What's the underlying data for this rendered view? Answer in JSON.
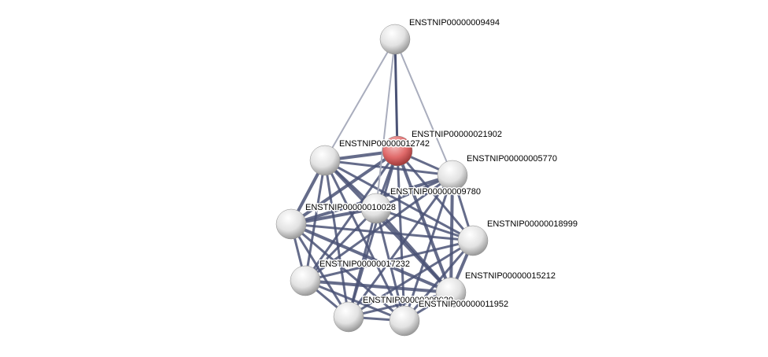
{
  "network": {
    "nodes": [
      {
        "id": "n9494",
        "label": "ENSTNIP00000009494",
        "highlight": false
      },
      {
        "id": "n21902",
        "label": "ENSTNIP00000021902",
        "highlight": true
      },
      {
        "id": "n12742",
        "label": "ENSTNIP00000012742",
        "highlight": false
      },
      {
        "id": "n5770",
        "label": "ENSTNIP00000005770",
        "highlight": false
      },
      {
        "id": "n9780",
        "label": "ENSTNIP00000009780",
        "highlight": false
      },
      {
        "id": "n028",
        "label": "ENSTNIP00000010028",
        "highlight": false
      },
      {
        "id": "n18999",
        "label": "ENSTNIP00000018999",
        "highlight": false
      },
      {
        "id": "n17232",
        "label": "ENSTNIP00000017232",
        "highlight": false
      },
      {
        "id": "n15212",
        "label": "ENSTNIP00000015212",
        "highlight": false
      },
      {
        "id": "n9020",
        "label": "ENSTNIP00000009020",
        "highlight": false
      },
      {
        "id": "n11952",
        "label": "ENSTNIP00000011952",
        "highlight": false
      }
    ],
    "colors": {
      "edge_strong": "#4a5275",
      "edge_weak": "#a9adbd",
      "node": "#e6e6e6",
      "node_highlight": "#e06a6a"
    }
  }
}
